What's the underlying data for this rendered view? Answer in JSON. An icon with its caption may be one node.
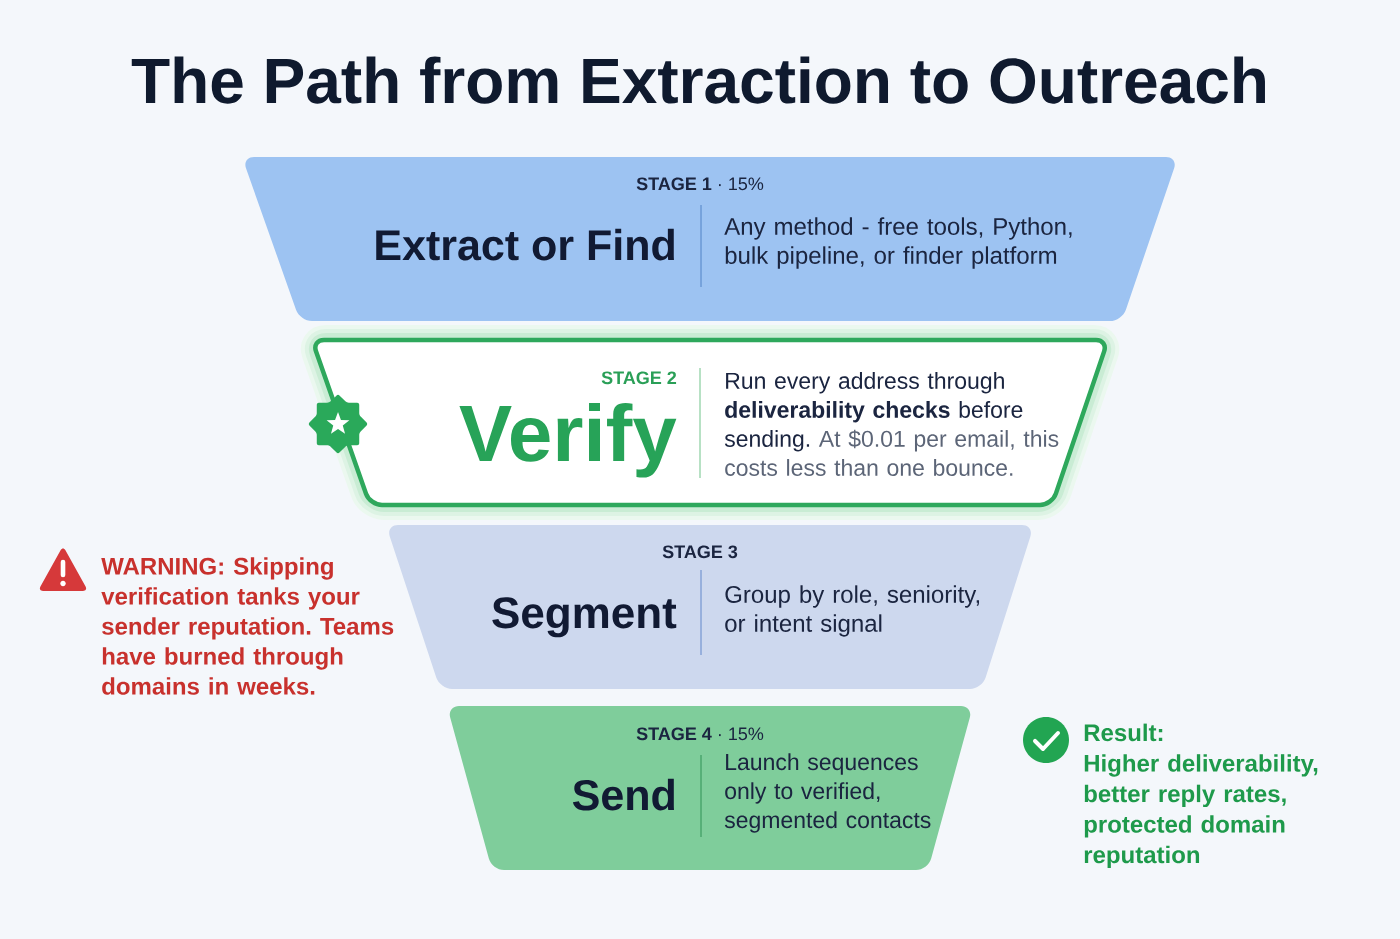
{
  "diagram": {
    "title": "The Path from Extraction to Outreach",
    "nodes": [
      {
        "text": [
          "**STAGE 1** · 15%",
          "Extract or Find",
          "Any method - free tools, Python, bulk pipeline, or finder platform"
        ]
      },
      {
        "text": [
          "STAGE 2",
          "Verify",
          "Run every address through **deliverability checks** before sending.",
          "At $0.01 per email, this costs less than one bounce."
        ]
      },
      {
        "text": [
          "STAGE 3",
          "Segment",
          "Group by role, seniority, or intent signal"
        ]
      },
      {
        "text": [
          "**STAGE 4** · 15%",
          "Send",
          "Launch sequences only to verified, segmented contacts"
        ]
      }
    ],
    "labels": [
      "WARNING: Skipping verification tanks your sender reputation. Teams have burned through domains in weeks.",
      "Result:",
      "Higher deliverability, better reply rates, protected domain reputation"
    ]
  }
}
